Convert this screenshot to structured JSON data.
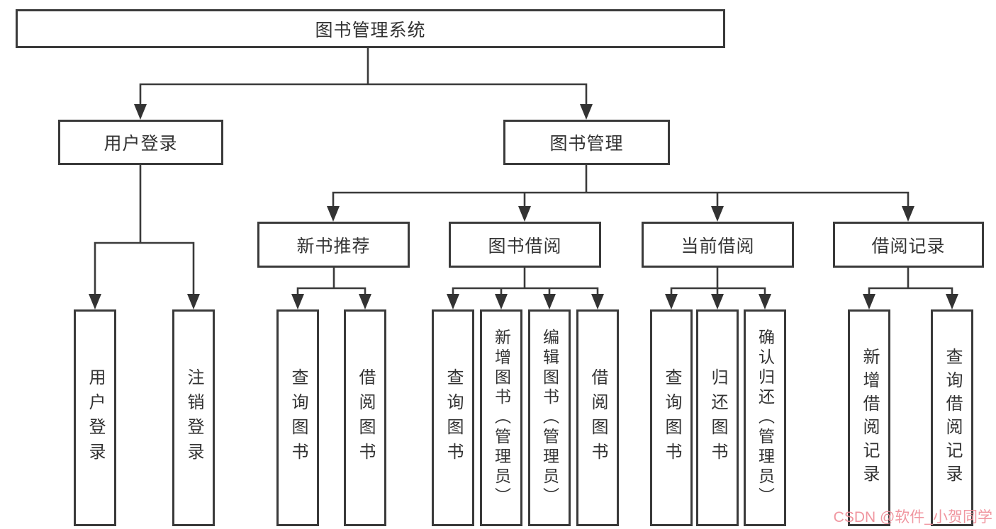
{
  "diagram_type": "functional-structure-tree",
  "tree": {
    "root": {
      "label": "图书管理系统",
      "children": [
        {
          "label": "用户登录",
          "children": [
            {
              "label": "用户登录"
            },
            {
              "label": "注销登录"
            }
          ]
        },
        {
          "label": "图书管理",
          "children": [
            {
              "label": "新书推荐",
              "children": [
                {
                  "label": "查询图书"
                },
                {
                  "label": "借阅图书"
                }
              ]
            },
            {
              "label": "图书借阅",
              "children": [
                {
                  "label": "查询图书"
                },
                {
                  "label": "新增图书（管理员）"
                },
                {
                  "label": "编辑图书（管理员）"
                },
                {
                  "label": "借阅图书"
                }
              ]
            },
            {
              "label": "当前借阅",
              "children": [
                {
                  "label": "查询图书"
                },
                {
                  "label": "归还图书"
                },
                {
                  "label": "确认归还（管理员）"
                }
              ]
            },
            {
              "label": "借阅记录",
              "children": [
                {
                  "label": "新增借阅记录"
                },
                {
                  "label": "查询借阅记录"
                }
              ]
            }
          ]
        }
      ]
    }
  },
  "watermark": {
    "text": "CSDN @软件_小贺同学"
  },
  "colors": {
    "background": "#ffffff",
    "box_border": "#3a3a3a",
    "connector_line": "#3a3a3a",
    "text": "#333333",
    "watermark": "#ef8e98"
  }
}
